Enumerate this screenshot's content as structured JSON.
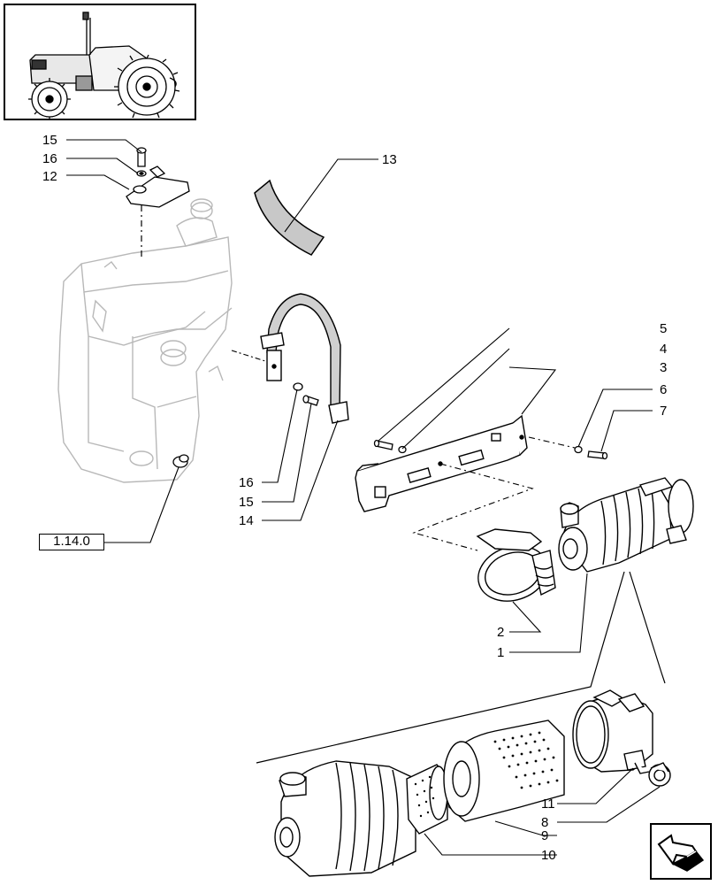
{
  "thumbnail": {
    "icon": "tractor-icon"
  },
  "reference_box": {
    "label": "1.14.0"
  },
  "nav_button": {
    "icon": "navigate-arrow-icon"
  },
  "callouts": {
    "c15a": "15",
    "c16a": "16",
    "c12": "12",
    "c13": "13",
    "c5": "5",
    "c4": "4",
    "c3": "3",
    "c6": "6",
    "c7": "7",
    "c16b": "16",
    "c15b": "15",
    "c14": "14",
    "c2": "2",
    "c1": "1",
    "c11": "11",
    "c8": "8",
    "c9": "9",
    "c10": "10"
  },
  "colors": {
    "line": "#000000",
    "ghost": "#b8b8b8",
    "strap_fill": "#d0d0d0",
    "band_fill": "#c8c8c8"
  }
}
